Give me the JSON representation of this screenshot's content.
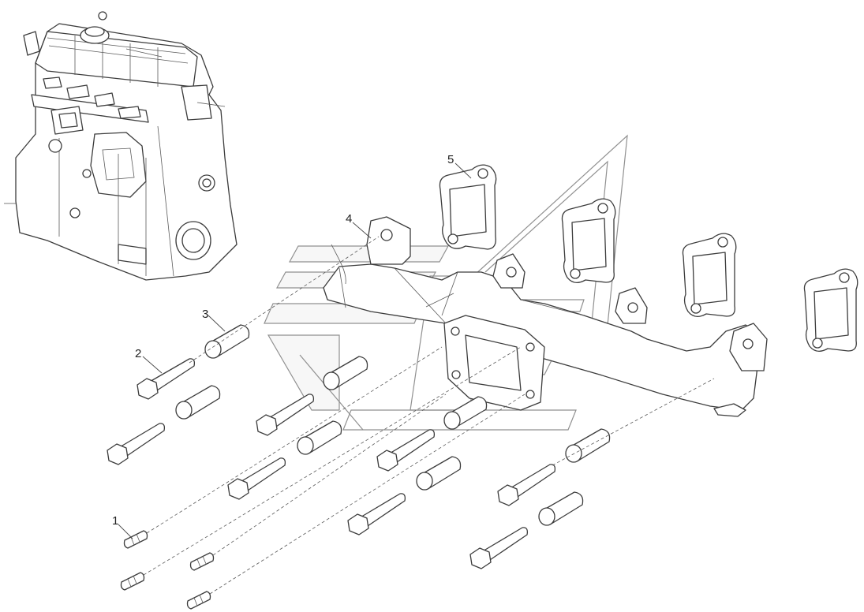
{
  "callouts": {
    "c1": "1",
    "c2": "2",
    "c3": "3",
    "c4": "4",
    "c5": "5"
  },
  "colors": {
    "line": "#3c3c3c",
    "watermark": "#909090",
    "background": "#ffffff"
  }
}
